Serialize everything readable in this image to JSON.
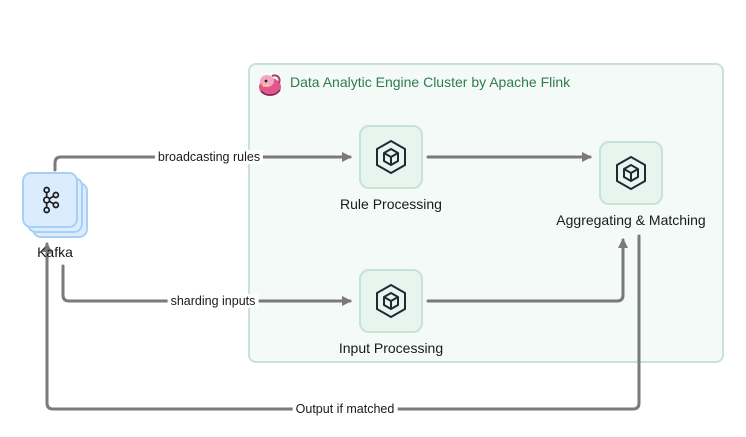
{
  "cluster": {
    "title": "Data Analytic Engine Cluster by Apache Flink"
  },
  "nodes": {
    "kafka": "Kafka",
    "rule_processing": "Rule Processing",
    "input_processing": "Input Processing",
    "aggregating": "Aggregating & Matching"
  },
  "edges": {
    "broadcasting": "broadcasting rules",
    "sharding": "sharding inputs",
    "output": "Output if matched"
  },
  "colors": {
    "cluster_border": "#c9e2d6",
    "cluster_fill": "#f4faf7",
    "cluster_title": "#2f7a52",
    "node_fill": "#e6f5ee",
    "kafka_fill": "#dcecff",
    "edge": "#7a7a7a"
  },
  "icons": {
    "kafka": "kafka-logo-icon",
    "processing": "cube-icon",
    "flink": "apache-flink-squirrel-icon"
  }
}
